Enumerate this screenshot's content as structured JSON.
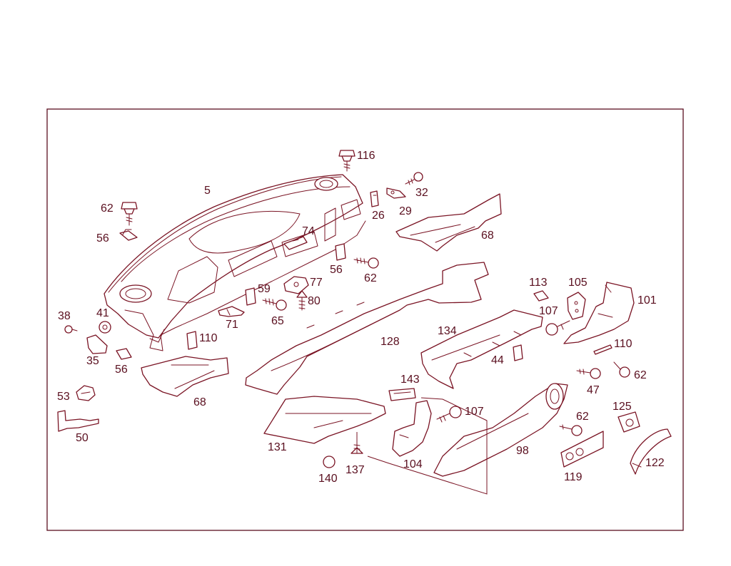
{
  "diagram": {
    "colors": {
      "ink": "#7a1424",
      "frame": "#5a0f1f",
      "background": "#ffffff"
    },
    "callouts": {
      "c5": "5",
      "c116": "116",
      "c32": "32",
      "c62a": "62",
      "c26": "26",
      "c29": "29",
      "c56a": "56",
      "c74": "74",
      "c68a": "68",
      "c56b": "56",
      "c62b": "62",
      "c77": "77",
      "c59": "59",
      "c80": "80",
      "c65": "65",
      "c71": "71",
      "c38": "38",
      "c41": "41",
      "c110a": "110",
      "c35": "35",
      "c56c": "56",
      "c113": "113",
      "c105": "105",
      "c101": "101",
      "c107a": "107",
      "c134": "134",
      "c128": "128",
      "c44": "44",
      "c110b": "110",
      "c62c": "62",
      "c47": "47",
      "c53": "53",
      "c68b": "68",
      "c143": "143",
      "c107b": "107",
      "c50": "50",
      "c125": "125",
      "c62d": "62",
      "c131": "131",
      "c98": "98",
      "c137": "137",
      "c104": "104",
      "c140": "140",
      "c119": "119",
      "c122": "122"
    }
  }
}
